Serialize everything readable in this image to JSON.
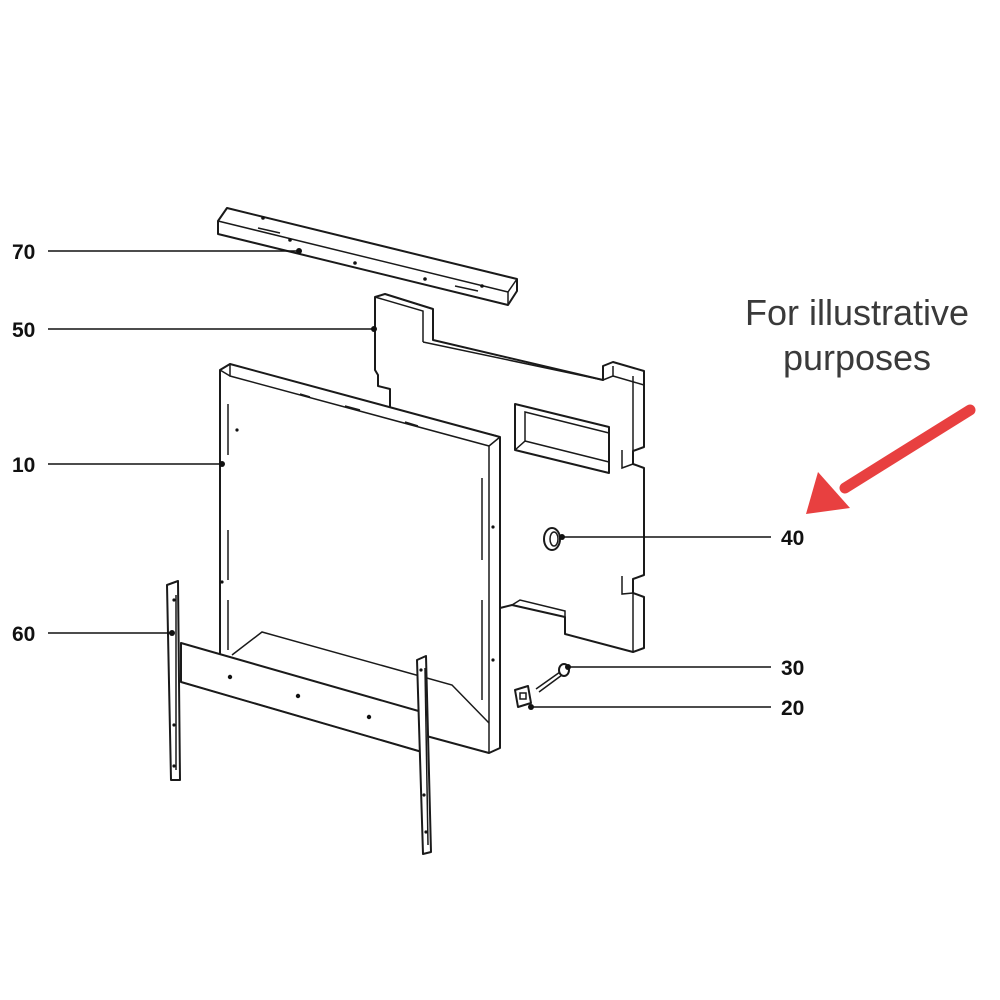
{
  "diagram": {
    "callouts": [
      "70",
      "50",
      "10",
      "60",
      "40",
      "30",
      "20"
    ],
    "note_line1": "For illustrative",
    "note_line2": "purposes",
    "arrow_color": "#e84040",
    "line_color": "#1a1a1a"
  }
}
